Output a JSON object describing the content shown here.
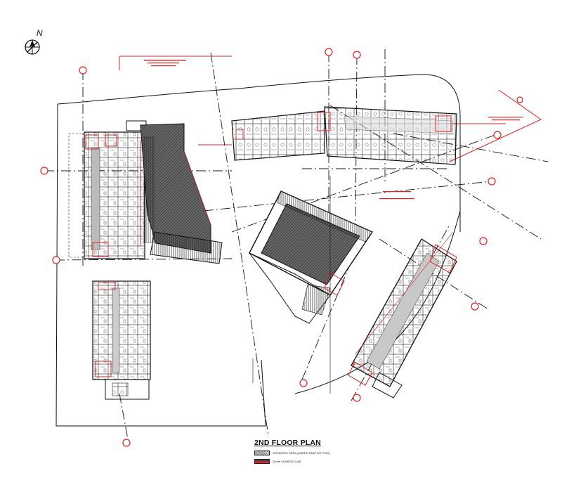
{
  "drawing": {
    "north_label": "N",
    "title": "2ND FLOOR PLAN",
    "legend": [
      {
        "swatch": "greenery",
        "label": "GREENERY AREA (UNDER PAAP APP FOO)"
      },
      {
        "swatch": "sunken",
        "label": "25mm SUNKEN SLAB"
      }
    ],
    "colors": {
      "linework": "#111111",
      "markup": "#e02020",
      "background": "#ffffff"
    }
  }
}
